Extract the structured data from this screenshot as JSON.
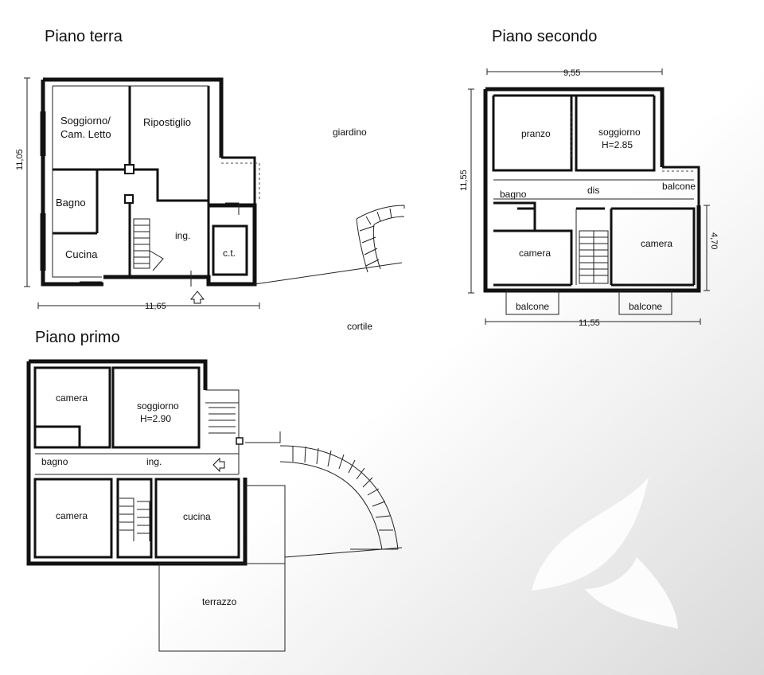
{
  "floors": {
    "ground": {
      "title": "Piano terra",
      "rooms": {
        "soggiorno_line1": "Soggiorno/",
        "soggiorno_line2": "Cam. Letto",
        "ripostiglio": "Ripostiglio",
        "bagno": "Bagno",
        "cucina": "Cucina",
        "ingresso": "ing.",
        "centrale_termica": "c.t."
      },
      "dimensions": {
        "width": "11,65",
        "depth": "11,05"
      },
      "outside": {
        "garden": "giardino",
        "courtyard": "cortile"
      }
    },
    "second": {
      "title": "Piano secondo",
      "rooms": {
        "pranzo": "pranzo",
        "soggiorno": "soggiorno",
        "soggiorno_height": "H=2.85",
        "bagno": "bagno",
        "dis": "dis",
        "balcone_side": "balcone",
        "camera_left": "camera",
        "camera_right": "camera",
        "balcone_left": "balcone",
        "balcone_right": "balcone"
      },
      "dimensions": {
        "top_width": "9,55",
        "bottom_width": "11,55",
        "depth": "11,55",
        "right_side": "4,70"
      }
    },
    "first": {
      "title": "Piano primo",
      "rooms": {
        "camera_top": "camera",
        "soggiorno": "soggiorno",
        "soggiorno_height": "H=2.90",
        "bagno": "bagno",
        "ingresso": "ing.",
        "camera_bottom": "camera",
        "cucina": "cucina",
        "terrazzo": "terrazzo"
      }
    }
  },
  "watermark": {
    "icon": "leaf-logo-icon",
    "color": "#e6e6e6"
  }
}
